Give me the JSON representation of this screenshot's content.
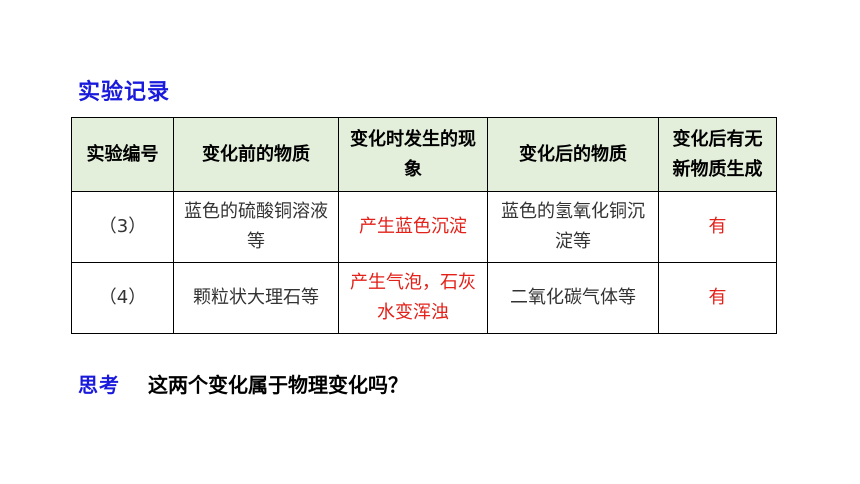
{
  "title": "实验记录",
  "table": {
    "headers": [
      "实验编号",
      "变化前的物质",
      "变化时发生的现象",
      "变化后的物质",
      "变化后有无新物质生成"
    ],
    "rows": [
      [
        "（3）",
        "蓝色的硫酸铜溶液等",
        "产生蓝色沉淀",
        "蓝色的氢氧化铜沉淀等",
        "有"
      ],
      [
        "（4）",
        "颗粒状大理石等",
        "产生气泡，石灰水变浑浊",
        "二氧化碳气体等",
        "有"
      ]
    ]
  },
  "think": {
    "label": "思考",
    "question": "这两个变化属于物理变化吗？"
  },
  "colors": {
    "title": "#1a1adc",
    "header_bg": "#e3efda",
    "highlight": "#e32119"
  }
}
